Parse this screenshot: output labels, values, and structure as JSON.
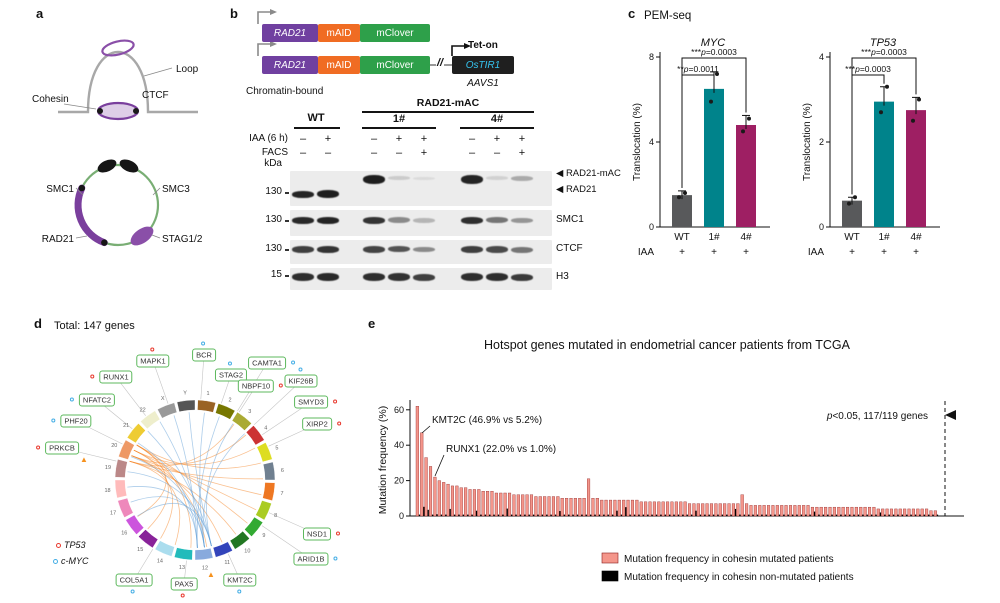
{
  "figure": {
    "labels": {
      "a": "a",
      "b": "b",
      "c": "c",
      "d": "d",
      "e": "e"
    }
  },
  "panel_a": {
    "labels": {
      "loop": "Loop",
      "cohesin": "Cohesin",
      "ctcf": "CTCF",
      "smc1": "SMC1",
      "smc3": "SMC3",
      "rad21": "RAD21",
      "stag": "STAG1/2"
    }
  },
  "panel_b": {
    "construct": {
      "rad21": "RAD21",
      "maid": "mAID",
      "mclover": "mClover",
      "break_mark": "//",
      "tet_on": "Tet-on",
      "ostir1": "OsTIR1",
      "aavs1": "AAVS1",
      "chromatin_bound": "Chromatin-bound"
    },
    "colors": {
      "rad21_box": "#7040a0",
      "maid_box": "#f06c23",
      "mclover_box": "#2ea04a",
      "ostir1_box": "#1f1f1f",
      "ostir1_text": "#35c4f0"
    },
    "blot": {
      "group_wt": "WT",
      "group_mac": "RAD21-mAC",
      "group_1": "1#",
      "group_4": "4#",
      "iaa_label": "IAA (6 h)",
      "iaa": [
        "–",
        "+",
        "–",
        "+",
        "+",
        "–",
        "+",
        "+"
      ],
      "facs_label": "FACS",
      "facs": [
        "–",
        "–",
        "–",
        "–",
        "+",
        "–",
        "–",
        "+"
      ],
      "kda_label": "kDa",
      "markers": [
        "130",
        "130",
        "130",
        "15"
      ],
      "right_labels": [
        "◀ RAD21-mAC",
        "◀ RAD21",
        "SMC1",
        "CTCF",
        "H3"
      ]
    }
  },
  "panel_c": {
    "title": "PEM-seq",
    "ylabel": "Translocation (%)",
    "xlabel_iaa": "IAA",
    "bar_colors": [
      "#58595b",
      "#00838b",
      "#9e1f63"
    ],
    "charts": [
      {
        "gene": "MYC",
        "ymax": 8,
        "yticks": [
          0,
          4,
          8
        ],
        "categories": [
          "WT",
          "1#",
          "4#"
        ],
        "iaa": [
          "+",
          "+",
          "+"
        ],
        "values": [
          1.5,
          6.5,
          4.8
        ],
        "errors": [
          0.2,
          0.8,
          0.45
        ],
        "dots": [
          [
            1.4,
            1.6
          ],
          [
            5.9,
            7.2
          ],
          [
            4.5,
            5.1
          ]
        ],
        "sig": [
          {
            "from": 0,
            "to": 2,
            "label": "***p=0.0003"
          },
          {
            "from": 0,
            "to": 1,
            "label": "**p=0.0011"
          }
        ]
      },
      {
        "gene": "TP53",
        "ymax": 4,
        "yticks": [
          0,
          2,
          4
        ],
        "categories": [
          "WT",
          "1#",
          "4#"
        ],
        "iaa": [
          "+",
          "+",
          "+"
        ],
        "values": [
          0.62,
          2.95,
          2.75
        ],
        "errors": [
          0.08,
          0.35,
          0.3
        ],
        "dots": [
          [
            0.55,
            0.7
          ],
          [
            2.7,
            3.3
          ],
          [
            2.5,
            3.0
          ]
        ],
        "sig": [
          {
            "from": 0,
            "to": 2,
            "label": "***p=0.0003"
          },
          {
            "from": 0,
            "to": 1,
            "label": "***p=0.0003"
          }
        ]
      }
    ]
  },
  "panel_d": {
    "title": "Total: 147 genes",
    "genes": [
      {
        "label": "MAPK1",
        "marker": "red"
      },
      {
        "label": "BCR",
        "marker": "blue"
      },
      {
        "label": "RUNX1",
        "marker": "red"
      },
      {
        "label": "STAG2",
        "marker": "blue"
      },
      {
        "label": "CAMTA1",
        "marker": "blue"
      },
      {
        "label": "NFATC2",
        "marker": "blue"
      },
      {
        "label": "NBPF10",
        "marker": "red"
      },
      {
        "label": "KIF26B",
        "marker": "blue"
      },
      {
        "label": "SMYD3",
        "marker": "red"
      },
      {
        "label": "PHF20",
        "marker": "blue"
      },
      {
        "label": "XIRP2",
        "marker": "red"
      },
      {
        "label": "PRKCB",
        "marker": "red"
      },
      {
        "label": "NSD1",
        "marker": "red"
      },
      {
        "label": "ARID1B",
        "marker": "blue"
      },
      {
        "label": "COL5A1",
        "marker": "blue"
      },
      {
        "label": "PAX5",
        "marker": "red"
      },
      {
        "label": "KMT2C",
        "marker": "blue"
      }
    ],
    "chromosomes": [
      "1",
      "2",
      "3",
      "4",
      "5",
      "6",
      "7",
      "8",
      "9",
      "10",
      "11",
      "12",
      "13",
      "14",
      "15",
      "16",
      "17",
      "18",
      "19",
      "20",
      "21",
      "22",
      "X",
      "Y"
    ],
    "chrom_colors": [
      "#9a6324",
      "#777700",
      "#aaaa33",
      "#cc3333",
      "#dddd22",
      "#708090",
      "#ee7722",
      "#aacc22",
      "#33aa33",
      "#227722",
      "#3344bb",
      "#88aadd",
      "#22bbbb",
      "#aaddee",
      "#882299",
      "#cc55dd",
      "#ee88bb",
      "#ffbbbb",
      "#bb8888",
      "#ee9966",
      "#eecc33",
      "#eeeecc",
      "#999999",
      "#555555"
    ],
    "chord_colors": {
      "orange": "#f58220",
      "blue": "#5b9bd5"
    },
    "legend": [
      {
        "label": "TP53",
        "color": "#e8392e"
      },
      {
        "label": "c-MYC",
        "color": "#45aee5"
      }
    ]
  },
  "panel_e": {
    "title": "Hotspot genes mutated in endometrial cancer patients from TCGA",
    "ylabel": "Mutation frequency (%)",
    "yticks": [
      0,
      20,
      40,
      60
    ],
    "annotations": {
      "kmt2c": "KMT2C (46.9% vs 5.2%)",
      "runx1": "RUNX1 (22.0% vs 1.0%)",
      "pnote": "p<0.05, 117/119 genes"
    },
    "legend": [
      {
        "color": "#f4968b",
        "label": "Mutation frequency in cohesin mutated patients"
      },
      {
        "color": "#000000",
        "label": "Mutation frequency in cohesin non-mutated patients"
      }
    ],
    "chart_data": {
      "type": "bar",
      "ylim": [
        0,
        65
      ],
      "series": [
        {
          "name": "Mutation frequency in cohesin mutated patients",
          "color": "#f4968b",
          "values": [
            62,
            47,
            33,
            28,
            22,
            20,
            19,
            18,
            17,
            17,
            16,
            16,
            15,
            15,
            15,
            14,
            14,
            14,
            13,
            13,
            13,
            13,
            12,
            12,
            12,
            12,
            12,
            11,
            11,
            11,
            11,
            11,
            11,
            10,
            10,
            10,
            10,
            10,
            10,
            21,
            10,
            10,
            9,
            9,
            9,
            9,
            9,
            9,
            9,
            9,
            9,
            8,
            8,
            8,
            8,
            8,
            8,
            8,
            8,
            8,
            8,
            8,
            7,
            7,
            7,
            7,
            7,
            7,
            7,
            7,
            7,
            7,
            7,
            7,
            12,
            7,
            6,
            6,
            6,
            6,
            6,
            6,
            6,
            6,
            6,
            6,
            6,
            6,
            6,
            6,
            5,
            5,
            5,
            5,
            5,
            5,
            5,
            5,
            5,
            5,
            5,
            5,
            5,
            5,
            5,
            4,
            4,
            4,
            4,
            4,
            4,
            4,
            4,
            4,
            4,
            4,
            4,
            3,
            3
          ]
        },
        {
          "name": "Mutation frequency in cohesin non-mutated patients",
          "color": "#000000",
          "values": [
            0.8,
            5.2,
            3.5,
            0.8,
            1.0,
            0.8,
            0.8,
            4.0,
            0.8,
            0.8,
            0.8,
            0.8,
            0.8,
            3.0,
            0.8,
            0.8,
            0.8,
            0.8,
            0.8,
            0.8,
            4.2,
            0.8,
            0.8,
            0.8,
            0.8,
            0.8,
            0.8,
            0.8,
            0.8,
            0.8,
            0.8,
            0.8,
            2.8,
            0.8,
            0.8,
            0.8,
            0.8,
            0.8,
            0.8,
            0.8,
            0.8,
            0.8,
            0.8,
            0.8,
            0.8,
            3.0,
            0.8,
            5.0,
            0.8,
            0.8,
            0.8,
            0.8,
            0.8,
            0.8,
            0.8,
            0.8,
            0.8,
            0.8,
            0.8,
            0.8,
            0.8,
            0.8,
            0.8,
            3.0,
            0.8,
            0.8,
            0.8,
            0.8,
            0.8,
            0.8,
            0.8,
            0.8,
            4.0,
            0.8,
            0.8,
            0.8,
            0.8,
            0.8,
            0.8,
            0.8,
            0.8,
            0.8,
            0.8,
            0.8,
            0.8,
            0.8,
            0.8,
            0.8,
            0.8,
            0.8,
            2.5,
            0.8,
            0.8,
            0.8,
            0.8,
            0.8,
            0.8,
            0.8,
            0.8,
            0.8,
            0.8,
            0.8,
            0.8,
            0.8,
            0.8,
            2.0,
            0.8,
            0.8,
            0.8,
            0.8,
            0.8,
            0.8,
            0.8,
            0.8,
            0.8,
            0.8,
            0.8,
            0.8,
            0.8
          ]
        }
      ]
    }
  }
}
